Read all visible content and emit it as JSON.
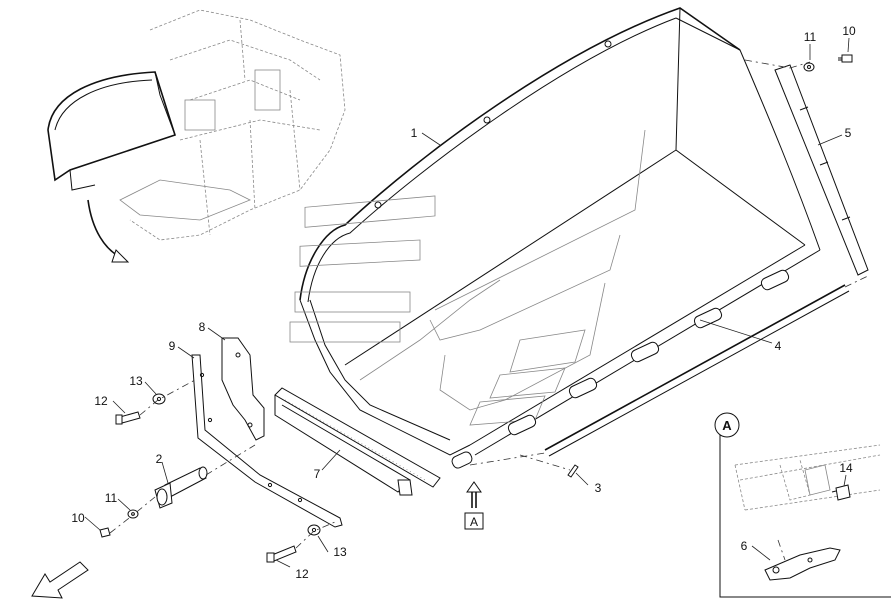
{
  "callouts": [
    {
      "id": "c1",
      "label": "1"
    },
    {
      "id": "c2",
      "label": "2"
    },
    {
      "id": "c3",
      "label": "3"
    },
    {
      "id": "c4",
      "label": "4"
    },
    {
      "id": "c5",
      "label": "5"
    },
    {
      "id": "c6",
      "label": "6"
    },
    {
      "id": "c7",
      "label": "7"
    },
    {
      "id": "c8",
      "label": "8"
    },
    {
      "id": "c9",
      "label": "9"
    },
    {
      "id": "c10a",
      "label": "10"
    },
    {
      "id": "c10b",
      "label": "10"
    },
    {
      "id": "c11a",
      "label": "11"
    },
    {
      "id": "c11b",
      "label": "11"
    },
    {
      "id": "c12a",
      "label": "12"
    },
    {
      "id": "c12b",
      "label": "12"
    },
    {
      "id": "c13a",
      "label": "13"
    },
    {
      "id": "c13b",
      "label": "13"
    },
    {
      "id": "c14",
      "label": "14"
    }
  ],
  "view_marker": {
    "label": "A"
  },
  "detail_view": {
    "label": "A"
  },
  "colors": {
    "line": "#111111",
    "ghost": "#888888",
    "background": "#ffffff"
  }
}
